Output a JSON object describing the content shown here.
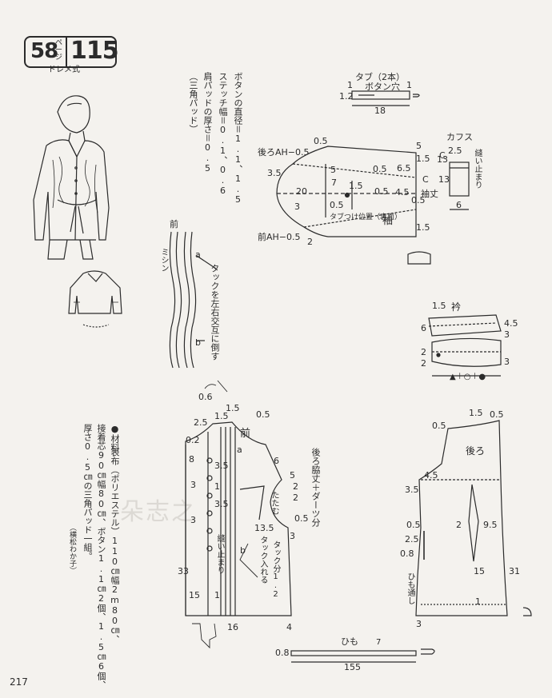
{
  "header": {
    "page_number": "58",
    "page_unit": "ページ",
    "pattern_number": "115",
    "style_name": "ドレメ式"
  },
  "footer": {
    "page_number": "217"
  },
  "watermark": "朵志之",
  "notes": {
    "button_diameter": "ボタンの直径＝1.1、1.5",
    "stitch_width": "ステッチ幅＝0.1、0.6",
    "pad_thickness": "肩パッドの厚さ＝0.5",
    "pad_type": "（三角パッド）"
  },
  "materials": {
    "heading": "●材料",
    "line1": "表布（ポリエステル）110㎝幅2m80㎝、",
    "line2": "接着芯90㎝幅80㎝、ボタン1.1㎝2個、1.5㎝6個、",
    "line3": "厚さ0.5㎝の三角パッド一組。",
    "credit": "（横松わか子）"
  },
  "tab": {
    "title": "タブ（2本）",
    "buttonhole": "ボタン穴",
    "dim_width": "18",
    "dim_height": "1.2",
    "dim_end_left": "1",
    "dim_end_right": "1"
  },
  "cuff": {
    "title": "カフス",
    "sew_label": "縫い止まり",
    "dim_c": "C",
    "dim_top": "2.5",
    "dim_height": "13",
    "dim_width": "6"
  },
  "sleeve": {
    "label": "袖",
    "back_ah": "後ろAH−0.5",
    "front_ah": "前AH−0.5",
    "sleeve_length": "袖丈",
    "tab_position": "タブつけ位置（裏面）",
    "dims": [
      "0.5",
      "3.5",
      "20",
      "3",
      "5",
      "7",
      "1.5",
      "0.5",
      "0.5",
      "6.5",
      "0.5",
      "4.5",
      "5",
      "2",
      "1.5",
      "1.5",
      "0.5",
      "13",
      "C"
    ]
  },
  "collar": {
    "label": "衿",
    "dims": [
      "1.5",
      "6",
      "4.5",
      "3",
      "2",
      "2",
      "3"
    ],
    "legend": "▲＋○＋●"
  },
  "tuck_detail": {
    "front": "前",
    "stitch": "ミシン",
    "note": "タックを左右交互に倒す",
    "mark_a": "a",
    "mark_b": "b"
  },
  "front_body": {
    "label": "前",
    "side_note": "後ろ脇丈＋ダーツ分",
    "fold": "たたむ",
    "tuck_insert": "タック入れる",
    "tuck_amount": "タック分1.2",
    "sew_stop": "縫い止まり",
    "mark_a": "a",
    "mark_b": "b",
    "dims": [
      "0.6",
      "1.5",
      "0.5",
      "2.5",
      "0.2",
      "8",
      "3.5",
      "6",
      "5",
      "2",
      "3",
      "2",
      "1",
      "3.5",
      "0.5",
      "3",
      "13.5",
      "33",
      "15",
      "1",
      "4",
      "16",
      "1.5",
      "3"
    ]
  },
  "back_body": {
    "label": "後ろ",
    "tie_through": "ひも通し",
    "dims": [
      "0.5",
      "1.5",
      "0.5",
      "4.5",
      "3.5",
      "2",
      "9.5",
      "0.5",
      "2.5",
      "0.8",
      "15",
      "31",
      "1",
      "3"
    ]
  },
  "tie": {
    "label": "ひも",
    "dim_height": "0.8",
    "dim_width": "155",
    "dim_small": "7"
  }
}
